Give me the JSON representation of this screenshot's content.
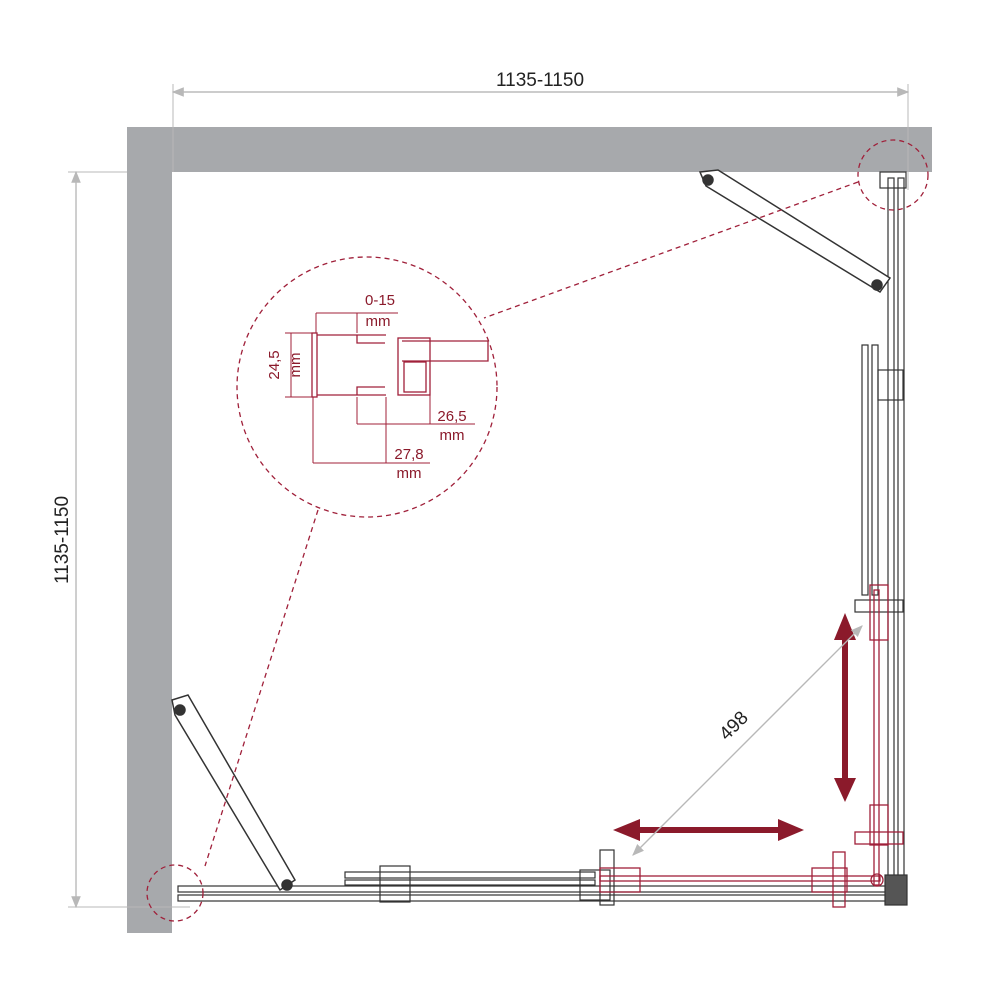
{
  "dimensions": {
    "width_label": "1135-1150",
    "depth_label": "1135-1150",
    "opening_label": "498"
  },
  "detail": {
    "adjust_value": "0-15",
    "adjust_unit": "mm",
    "height_value": "24,5",
    "height_unit": "mm",
    "inner_width_value": "26,5",
    "inner_width_unit": "mm",
    "outer_width_value": "27,8",
    "outer_width_unit": "mm"
  },
  "colors": {
    "wall": "#a7a9ac",
    "accent": "#8b1a2b",
    "dimension_line": "#b8b8b8",
    "drawing_line": "#333333"
  }
}
